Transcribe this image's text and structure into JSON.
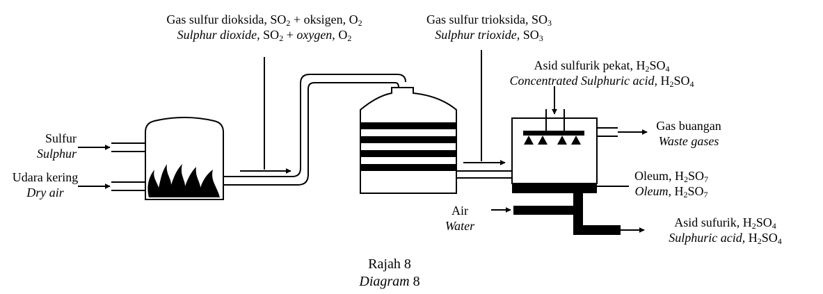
{
  "labels": {
    "sulfur": {
      "bm": "Sulfur",
      "en": "Sulphur"
    },
    "dry_air": {
      "bm": "Udara kering",
      "en": "Dry air"
    },
    "so2": {
      "bm_pre": "Gas sulfur dioksida, SO",
      "bm_sub": "2",
      "bm_post": " + oksigen, O",
      "bm_sub2": "2",
      "en_pre": "Sulphur dioxide,",
      "en_mid": " SO",
      "en_sub": "2",
      "en_plus": " + ",
      "en_word": "oxygen,",
      "en_mid2": " O",
      "en_sub2": "2"
    },
    "so3": {
      "bm_pre": "Gas sulfur trioksida, SO",
      "bm_sub": "3",
      "en_pre": "Sulphur trioxide,",
      "en_mid": " SO",
      "en_sub": "3"
    },
    "conc_acid": {
      "bm_pre": "Asid sulfurik pekat, H",
      "bm_sub": "2",
      "bm_mid": "SO",
      "bm_sub2": "4",
      "en_pre": "Concentrated Sulphuric acid,",
      "en_mid": " H",
      "en_sub": "2",
      "en_mid2": "SO",
      "en_sub2": "4"
    },
    "waste": {
      "bm": "Gas buangan",
      "en": "Waste gases"
    },
    "oleum": {
      "bm_pre": "Oleum, H",
      "bm_sub": "2",
      "bm_mid": "S",
      "bm_mid2": "O",
      "bm_sub2": "7",
      "en_pre": "Oleum,",
      "en_mid": " H",
      "en_sub": "2",
      "en_mid2": "SO",
      "en_sub2": "7"
    },
    "water": {
      "bm": "Air",
      "en": "Water"
    },
    "acid": {
      "bm_pre": "Asid sufurik, H",
      "bm_sub": "2",
      "bm_mid": "SO",
      "bm_sub2": "4",
      "en_pre": "Sulphuric acid,",
      "en_mid": " H",
      "en_sub": "2",
      "en_mid2": "SO",
      "en_sub2": "4"
    }
  },
  "caption": {
    "bm": "Rajah 8",
    "en_word": "Diagram",
    "en_num": " 8"
  }
}
